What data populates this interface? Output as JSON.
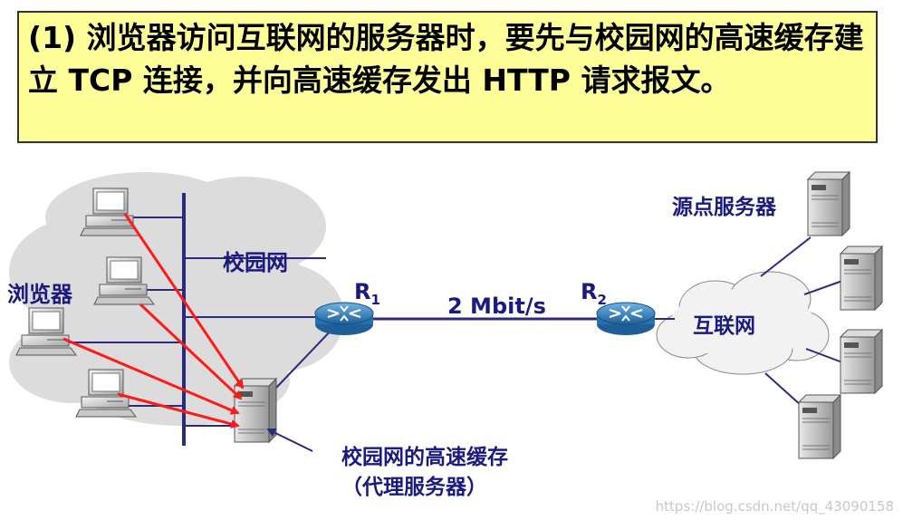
{
  "title": "(1) 浏览器访问互联网的服务器时，要先与校园网的高速缓存建立 TCP 连接，并向高速缓存发出 HTTP 请求报文。",
  "labels": {
    "campus_network": "校园网",
    "browsers": "浏览器",
    "router1": "R",
    "router1_sub": "1",
    "router2": "R",
    "router2_sub": "2",
    "link_speed": "2 Mbit/s",
    "internet": "互联网",
    "origin_servers": "源点服务器",
    "cache_line1": "校园网的高速缓存",
    "cache_line2": "（代理服务器）"
  },
  "watermark": "https://blog.csdn.net/qq_43090158",
  "colors": {
    "title_bg": "#ffff99",
    "label_text": "#1a1a80",
    "arrow": "#ff1a1a",
    "link": "#1a1a80",
    "cloud": "#dcdcdc"
  }
}
